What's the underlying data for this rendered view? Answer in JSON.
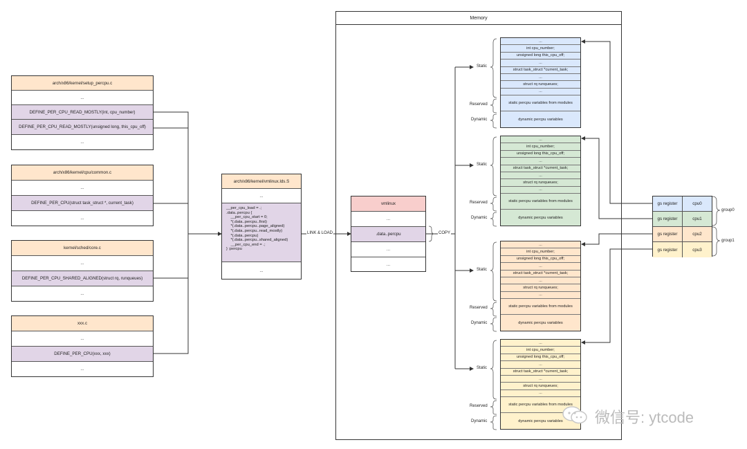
{
  "sources": [
    {
      "header": "arch/x86/kernel/setup_percpu.c",
      "rows": [
        "...",
        "DEFINE_PER_CPU_READ_MOSTLY(int, cpu_number)",
        "DEFINE_PER_CPU_READ_MOSTLY(unsigned long, this_cpu_off)",
        "..."
      ]
    },
    {
      "header": "arch/x86/kernel/cpu/common.c",
      "rows": [
        "...",
        "DEFINE_PER_CPU(struct task_struct *, current_task)",
        "..."
      ]
    },
    {
      "header": "kernel/sched/core.c",
      "rows": [
        "...",
        "DEFINE_PER_CPU_SHARED_ALIGNED(struct rq, runqueues)",
        "..."
      ]
    },
    {
      "header": "xxx.c",
      "rows": [
        "...",
        "DEFINE_PER_CPU(xxx, xxx)",
        "..."
      ]
    }
  ],
  "linker": {
    "header": "arch/x86/kernel/vmlinux.lds.S",
    "top": "...",
    "code": "__per_cpu_load = .;\n.data..percpu {\n    __per_cpu_start = 0;\n    *(.data..percpu..first)\n    *(.data..percpu..page_aligned)\n    *(.data..percpu..read_mostly)\n    *(.data..percpu)\n    *(.data..percpu..shared_aligned)\n    __per_cpu_end = .;\n} :percpu",
    "bottom": "..."
  },
  "link_label": "LINK & LOAD",
  "copy_label": "COPY",
  "memory_title": "Memory",
  "vmlinux": {
    "header": "vmlinux",
    "rows": [
      "...",
      ".data..percpu",
      "...",
      "..."
    ]
  },
  "percpu_rows": {
    "static": [
      "...",
      "int cpu_number;",
      "unsigned long this_cpu_off;",
      "...",
      "struct task_struct *current_task;",
      "...",
      "struct rq runqueues;",
      "..."
    ],
    "reserved": "static percpu variables from modules",
    "dynamic": "dynamic percpu variables"
  },
  "region_labels": {
    "static": "Static",
    "reserved": "Reserved",
    "dynamic": "Dynamic"
  },
  "gs_table": [
    {
      "reg": "gs register",
      "cpu": "cpu0"
    },
    {
      "reg": "gs register",
      "cpu": "cpu1"
    },
    {
      "reg": "gs register",
      "cpu": "cpu2"
    },
    {
      "reg": "gs register",
      "cpu": "cpu3"
    }
  ],
  "groups": [
    "group0",
    "group1"
  ],
  "colors": {
    "blue": "#dae8fc",
    "green": "#d5e8d4",
    "orange": "#ffe6cc",
    "yellow": "#fff2cc",
    "purple": "#e1d5e7",
    "pink": "#f8cecc"
  },
  "watermark": "微信号: ytcode"
}
